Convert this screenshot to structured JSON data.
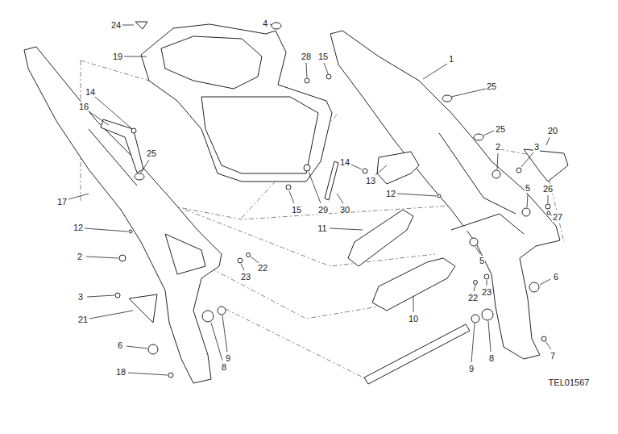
{
  "diagram": {
    "labels": [
      "4",
      "24",
      "19",
      "28",
      "15",
      "1",
      "25",
      "14",
      "16",
      "25",
      "20",
      "2",
      "3",
      "25",
      "14",
      "13",
      "5",
      "26",
      "12",
      "17",
      "15",
      "29",
      "30",
      "27",
      "12",
      "11",
      "2",
      "5",
      "22",
      "23",
      "6",
      "23",
      "3",
      "22",
      "10",
      "21",
      "6",
      "8",
      "7",
      "9",
      "8",
      "9",
      "18",
      "TEL01567"
    ]
  }
}
